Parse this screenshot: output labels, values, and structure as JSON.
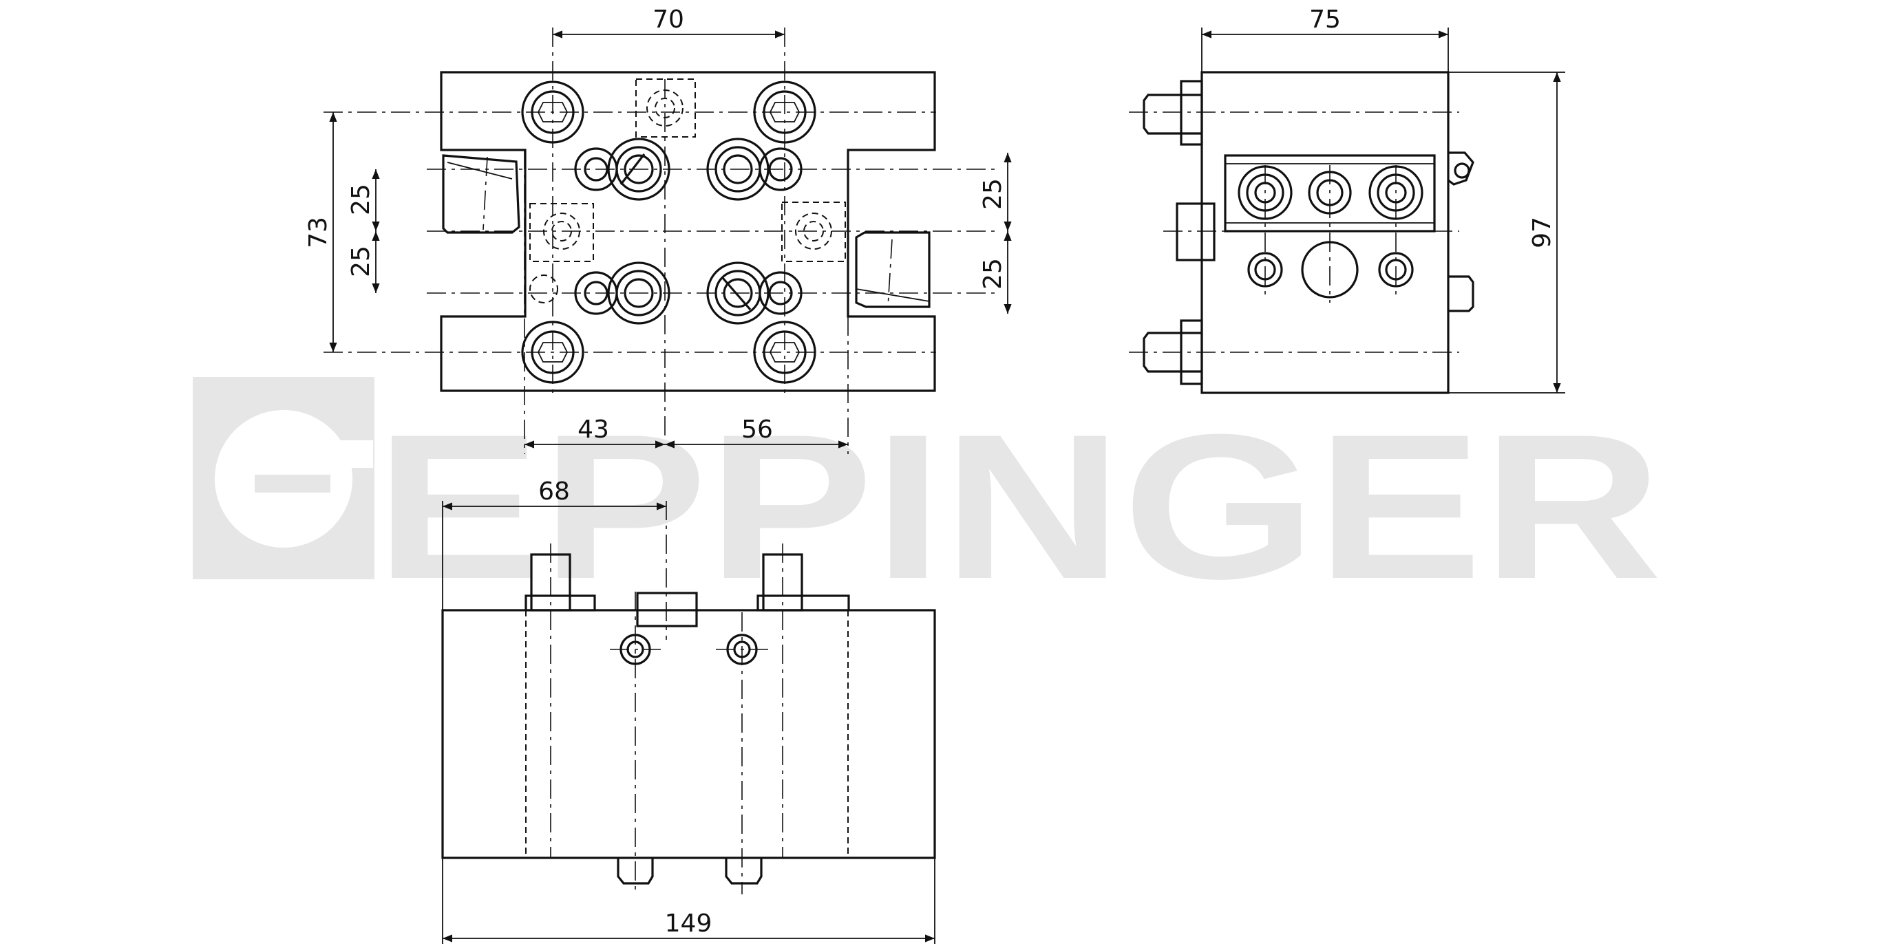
{
  "watermark": {
    "text": "EPPINGER"
  },
  "front_view": {
    "dims": {
      "top_spacing": "70",
      "height_total": "73",
      "height_upper": "25",
      "height_lower": "25",
      "right_upper": "25",
      "right_lower": "25",
      "bottom_left": "43",
      "bottom_right": "56"
    }
  },
  "side_view": {
    "dims": {
      "width": "75",
      "height": "97"
    }
  },
  "bottom_view": {
    "dims": {
      "offset": "68",
      "length": "149"
    }
  }
}
